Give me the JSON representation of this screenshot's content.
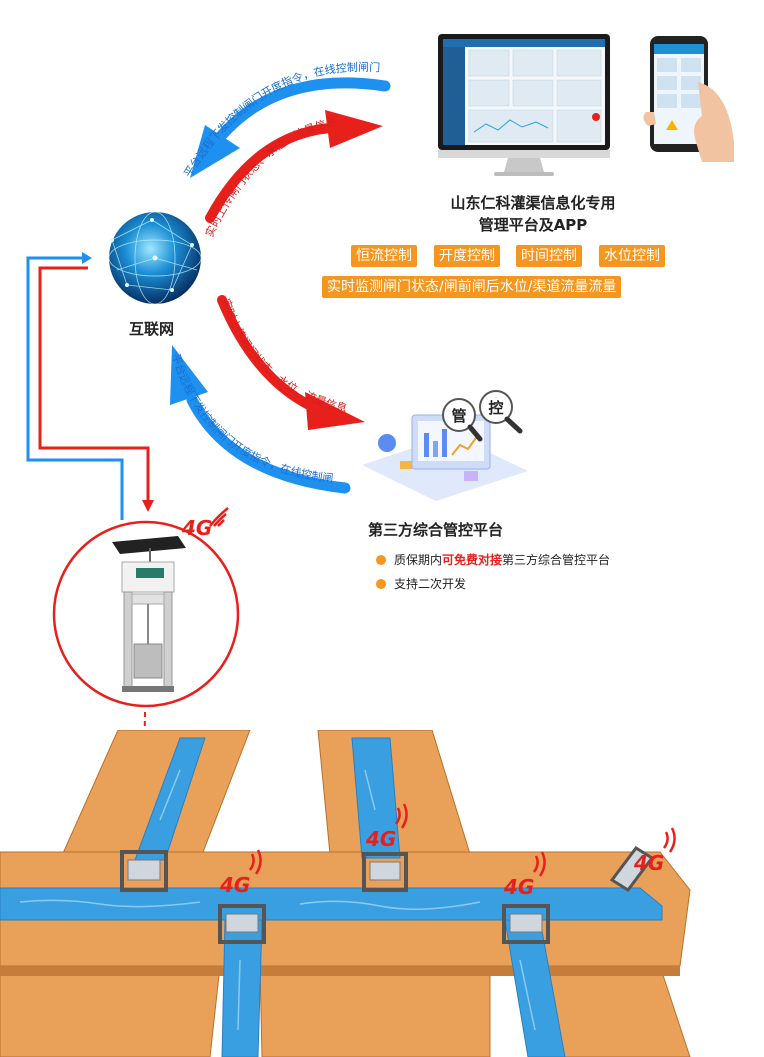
{
  "top_arrow_blue": "平台远程下发控制闸门开度指令，在线控制闸门",
  "top_arrow_red": "实时上传闸门状态、水位、流量信息",
  "mid_arrow_red": "实时上传闸门状态、水位、流量信息",
  "mid_arrow_blue": "平台远程下发控制闸门开度指令，在线控制闸门",
  "internet_label": "互联网",
  "platform_title_line1": "山东仁科灌渠信息化专用",
  "platform_title_line2": "管理平台及APP",
  "features_row1": [
    "恒流控制",
    "开度控制",
    "时间控制",
    "水位控制"
  ],
  "features_row2": "实时监测闸门状态/闸前闸后水位/渠道流量流量",
  "third_party_title": "第三方综合管控平台",
  "third_party_bullet1": {
    "prefix": "质保期内",
    "highlight": "可免费对接",
    "suffix": "第三方综合管控平台"
  },
  "third_party_bullet2": "支持二次开发",
  "magnifier_chars": [
    "管",
    "控"
  ],
  "signal_label": "4G",
  "colors": {
    "orange": "#f5961e",
    "red": "#e8201c",
    "blue": "#1e90f0",
    "water": "#3a9fe0",
    "land": "#e9a059"
  }
}
